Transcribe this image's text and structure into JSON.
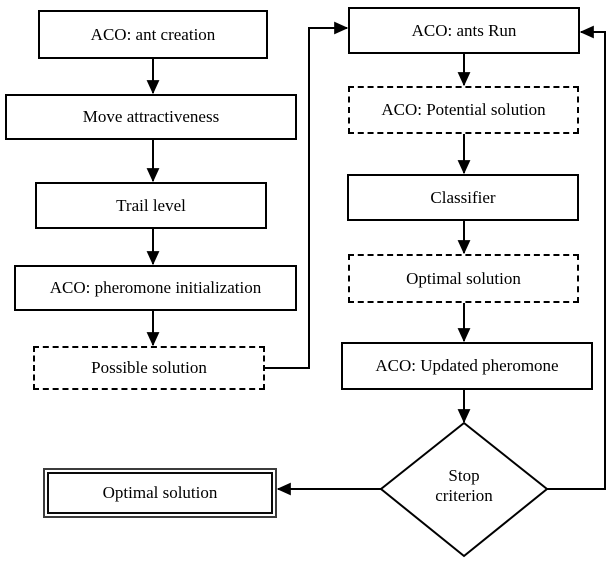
{
  "diagram": {
    "background_color": "#ffffff",
    "line_color": "#000000",
    "text_color": "#000000",
    "nodes": {
      "ant_creation": {
        "label": "ACO: ant creation",
        "shape": "rect"
      },
      "move_attractiveness": {
        "label": "Move attractiveness",
        "shape": "rect"
      },
      "trail_level": {
        "label": "Trail level",
        "shape": "rect"
      },
      "pheromone_initialization": {
        "label": "ACO: pheromone initialization",
        "shape": "rect"
      },
      "possible_solution": {
        "label": "Possible solution",
        "shape": "dashed-rect"
      },
      "ants_run": {
        "label": "ACO: ants Run",
        "shape": "rect"
      },
      "potential_solution": {
        "label": "ACO: Potential solution",
        "shape": "dashed-rect"
      },
      "classifier": {
        "label": "Classifier",
        "shape": "rect"
      },
      "optimal_solution_candidate": {
        "label": "Optimal solution",
        "shape": "dashed-rect"
      },
      "updated_pheromone": {
        "label": "ACO: Updated pheromone",
        "shape": "rect"
      },
      "stop_criterion": {
        "label": "Stop criterion",
        "shape": "diamond"
      },
      "optimal_solution_final": {
        "label": "Optimal solution",
        "shape": "double-rect"
      }
    },
    "edges": [
      {
        "from": "ant_creation",
        "to": "move_attractiveness"
      },
      {
        "from": "move_attractiveness",
        "to": "trail_level"
      },
      {
        "from": "trail_level",
        "to": "pheromone_initialization"
      },
      {
        "from": "pheromone_initialization",
        "to": "possible_solution"
      },
      {
        "from": "possible_solution",
        "to": "ants_run"
      },
      {
        "from": "ants_run",
        "to": "potential_solution"
      },
      {
        "from": "potential_solution",
        "to": "classifier"
      },
      {
        "from": "classifier",
        "to": "optimal_solution_candidate"
      },
      {
        "from": "optimal_solution_candidate",
        "to": "updated_pheromone"
      },
      {
        "from": "updated_pheromone",
        "to": "stop_criterion"
      },
      {
        "from": "stop_criterion",
        "to": "optimal_solution_final"
      },
      {
        "from": "stop_criterion",
        "to": "ants_run"
      }
    ]
  }
}
